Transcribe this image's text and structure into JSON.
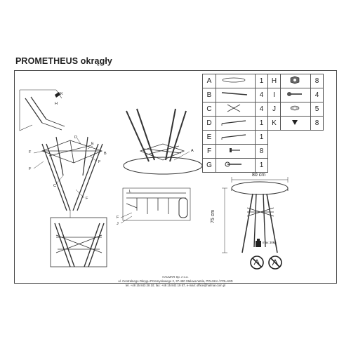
{
  "title": "PROMETHEUS okrągły",
  "parts_table": {
    "rows": [
      {
        "letter": "A",
        "qty": "1",
        "letter2": "H",
        "qty2": "8",
        "icon": "tabletop-icon",
        "icon2": "nut-icon"
      },
      {
        "letter": "B",
        "qty": "4",
        "letter2": "I",
        "qty2": "4",
        "icon": "leg-icon",
        "icon2": "bolt-icon"
      },
      {
        "letter": "C",
        "qty": "4",
        "letter2": "J",
        "qty2": "5",
        "icon": "cross-brace-icon",
        "icon2": "washer-icon"
      },
      {
        "letter": "D",
        "qty": "1",
        "letter2": "K",
        "qty2": "8",
        "icon": "metal-bar-icon",
        "icon2": "pad-icon"
      },
      {
        "letter": "E",
        "qty": "1",
        "letter2": "",
        "qty2": "",
        "icon": "metal-bar-icon",
        "icon2": ""
      },
      {
        "letter": "F",
        "qty": "8",
        "letter2": "",
        "qty2": "",
        "icon": "screw-icon",
        "icon2": ""
      },
      {
        "letter": "G",
        "qty": "1",
        "letter2": "",
        "qty2": "",
        "icon": "hex-key-icon",
        "icon2": ""
      }
    ]
  },
  "drawing_labels": {
    "a": "A",
    "b": "B",
    "c": "C",
    "d": "D",
    "e": "E",
    "f": "F",
    "h": "H",
    "i": "I",
    "j": "J",
    "k": "K",
    "l": "L"
  },
  "dimensions": {
    "width": "80 cm",
    "height": "75 cm",
    "max_load": "max 30kg"
  },
  "footer": {
    "company": "HALMAR Sp. z o.o.",
    "address": "ul. Centralnego Okręgu Przemysłowego 2, 37-450 Stalowa Wola, POLSKA / POLAND",
    "contact": "tel. +48 15 843 28 10; fax: +48 15 842 19 57, e-mail: office@halmar.com.pl"
  }
}
